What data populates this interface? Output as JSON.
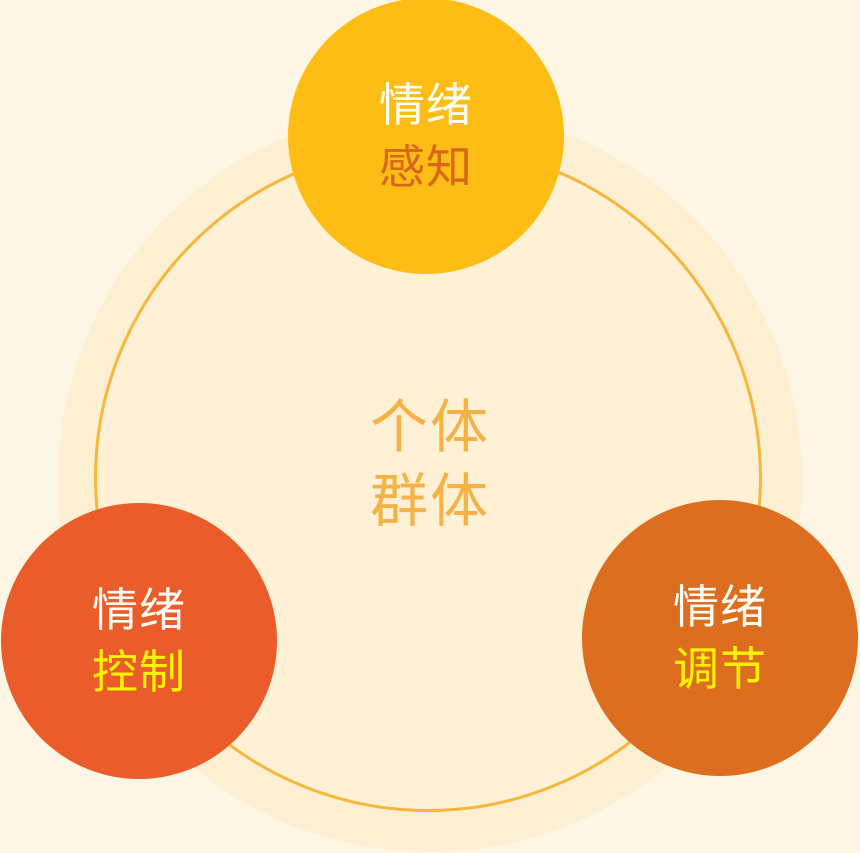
{
  "center": {
    "line1": "个体",
    "line2": "群体"
  },
  "nodes": {
    "top": {
      "line1": "情绪",
      "line2": "感知",
      "accent": "#d8661b"
    },
    "left": {
      "line1": "情绪",
      "line2": "控制",
      "accent": "#fff200"
    },
    "right": {
      "line1": "情绪",
      "line2": "调节",
      "accent": "#fff200"
    }
  },
  "colors": {
    "background": "#fdf6e4",
    "halo": "#fdefd2",
    "ring": "#f7b73a",
    "center_text": "#f6b245",
    "top_node": "#fdbd14",
    "left_node": "#ea5d2b",
    "right_node": "#de6e1f"
  }
}
